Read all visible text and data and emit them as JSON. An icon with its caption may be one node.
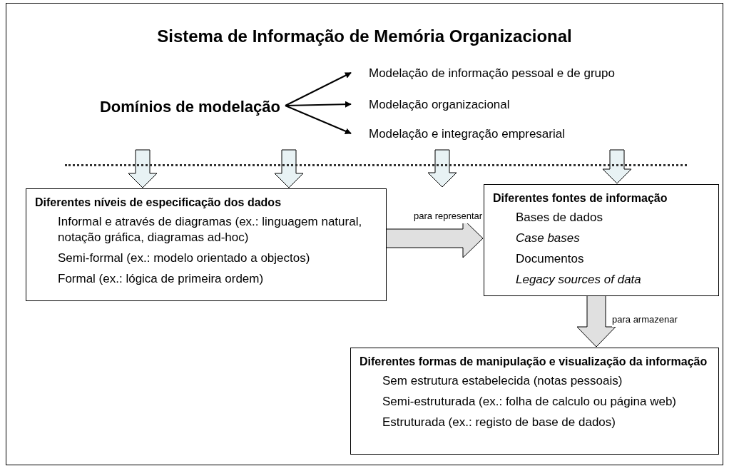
{
  "diagram": {
    "nodes": [
      {
        "text": [
          "Sistema de Informação de Memória Organizacional"
        ]
      },
      {
        "text": [
          "Domínios de modelação"
        ],
        "in": 0
      },
      {
        "text": [
          "Modelação de informação pessoal e de grupo"
        ],
        "in": 0
      },
      {
        "text": [
          "Modelação organizacional"
        ],
        "in": 0
      },
      {
        "text": [
          "Modelação e integração empresarial"
        ],
        "in": 0
      },
      {
        "text": [],
        "shape": "bar",
        "in": 0
      },
      {
        "text": [
          "Diferentes níveis de especificação dos dados",
          "Informal e através de diagramas (ex.: linguagem natural, notação gráfica, diagramas ad-hoc)",
          "Semi-formal (ex.: modelo orientado a objectos)",
          "Formal (ex.: lógica de primeira ordem)"
        ],
        "in": 0
      },
      {
        "text": [
          "Diferentes fontes de informação",
          "Bases de dados",
          "*Case bases*",
          "Documentos",
          "*Legacy sources of data*"
        ],
        "in": 0
      },
      {
        "text": [
          "Diferentes formas de manipulação e visualização da informação",
          "Sem estrutura estabelecida (notas pessoais)",
          "Semi-estruturada (ex.: folha de calculo ou página web)",
          "Estruturada (ex.: registo de base de dados)"
        ],
        "in": 0
      }
    ],
    "edges": [
      {
        "from": 1,
        "to": 2,
        "arrow": "to"
      },
      {
        "from": 1,
        "to": 3,
        "arrow": "to"
      },
      {
        "from": 1,
        "to": 4,
        "arrow": "to"
      },
      {
        "from": 5,
        "to": 6,
        "arrow": "to",
        "style": "thick",
        "color": "#e8f2f4"
      },
      {
        "from": 5,
        "to": 6,
        "arrow": "to",
        "style": "thick",
        "color": "#e8f2f4"
      },
      {
        "from": 5,
        "to": null,
        "arrow": "to",
        "style": "thick",
        "color": "#e8f2f4"
      },
      {
        "from": 5,
        "to": 7,
        "arrow": "to",
        "style": "thick",
        "color": "#e8f2f4"
      },
      {
        "from": 6,
        "to": 7,
        "arrow": "to",
        "label": "para representar",
        "style": "thick",
        "color": "#e0e0e0"
      },
      {
        "from": 7,
        "to": 8,
        "arrow": "to",
        "label": "para armazenar",
        "style": "thick",
        "color": "#e0e0e0"
      }
    ]
  }
}
